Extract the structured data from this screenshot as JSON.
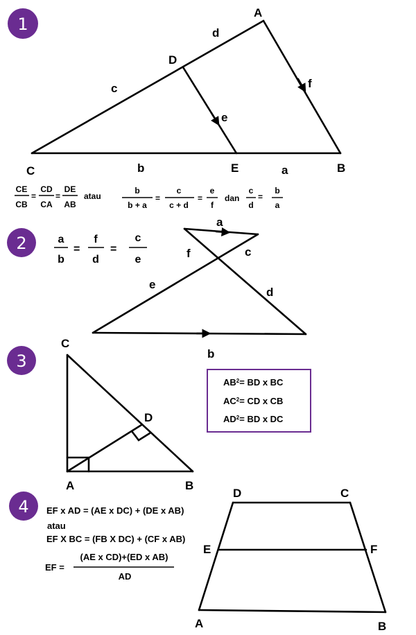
{
  "badges": [
    "1",
    "2",
    "3",
    "4"
  ],
  "colors": {
    "badge": "#6a2c91",
    "box_border": "#6a2c91",
    "line": "#000000"
  },
  "s1": {
    "labels": {
      "A": "A",
      "B": "B",
      "C": "C",
      "D": "D",
      "E": "E",
      "a": "a",
      "b": "b",
      "c": "c",
      "d": "d",
      "e": "e",
      "f": "f"
    },
    "fr1": [
      [
        "CE",
        "CB"
      ],
      [
        "CD",
        "CA"
      ],
      [
        "DE",
        "AB"
      ]
    ],
    "atau": "atau",
    "fr2": [
      [
        "b",
        "b + a"
      ],
      [
        "c",
        "c + d"
      ],
      [
        "e",
        "f"
      ]
    ],
    "dan": "dan",
    "fr3": [
      [
        "c",
        "d"
      ],
      [
        "b",
        "a"
      ]
    ],
    "eq": "="
  },
  "s2": {
    "labels": {
      "a": "a",
      "b": "b",
      "c": "c",
      "d": "d",
      "e": "e",
      "f": "f"
    },
    "fr": [
      [
        "a",
        "b"
      ],
      [
        "f",
        "d"
      ],
      [
        "c",
        "e"
      ]
    ],
    "eq": "="
  },
  "s3": {
    "labels": {
      "A": "A",
      "B": "B",
      "C": "C",
      "D": "D"
    },
    "box": [
      {
        "lhs": "AB",
        "sup": "2",
        "rhs": "= BD x BC"
      },
      {
        "lhs": "AC",
        "sup": "2",
        "rhs": "= CD x CB"
      },
      {
        "lhs": "AD",
        "sup": "2",
        "rhs": "= BD x DC"
      }
    ]
  },
  "s4": {
    "labels": {
      "A": "A",
      "B": "B",
      "C": "C",
      "D": "D",
      "E": "E",
      "F": "F"
    },
    "line1": "EF x AD = (AE x DC) + (DE x AB)",
    "atau": "atau",
    "line2": "EF X BC = (FB X DC) +  (CF x AB)",
    "frac_lhs": "EF =",
    "frac_num": "(AE x CD)+(ED x AB)",
    "frac_den": "AD"
  }
}
